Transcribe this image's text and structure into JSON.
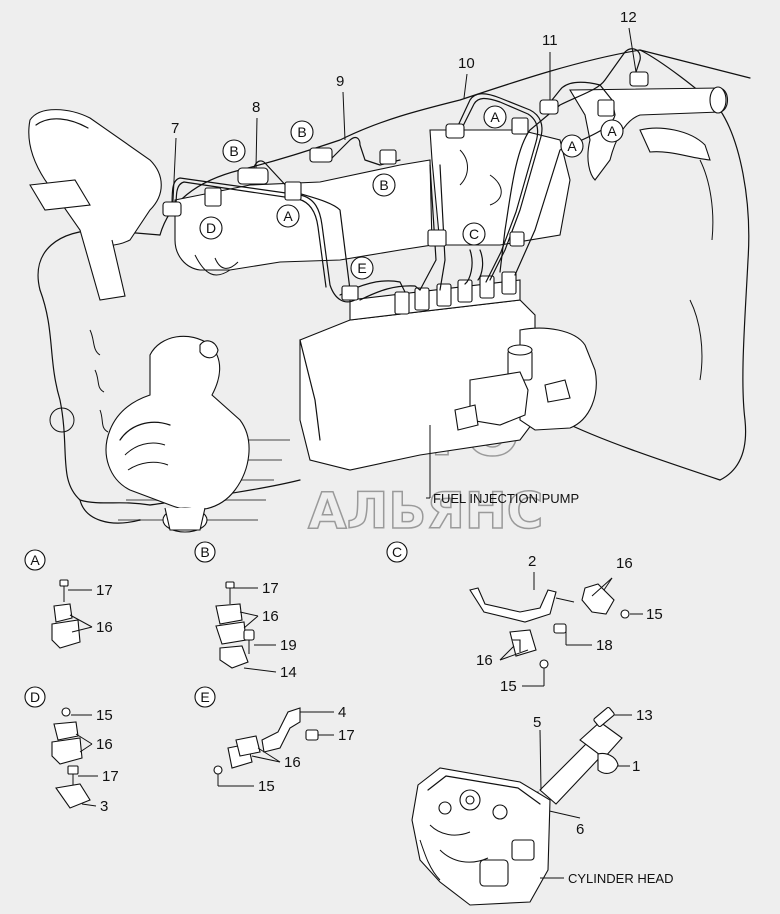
{
  "watermark": {
    "line1": "АВТО",
    "line2": "АЛЬЯНС"
  },
  "captions": {
    "fuel_pump": "FUEL INJECTION PUMP",
    "cylinder_head": "CYLINDER HEAD"
  },
  "callouts": {
    "n1": "1",
    "n2": "2",
    "n3": "3",
    "n4": "4",
    "n5": "5",
    "n6": "6",
    "n7": "7",
    "n8": "8",
    "n9": "9",
    "n10": "10",
    "n11": "11",
    "n12": "12",
    "n13": "13",
    "n14": "14",
    "n15": "15",
    "n16": "16",
    "n17": "17",
    "n18": "18",
    "n19": "19"
  },
  "detail_letters": {
    "a": "A",
    "b": "B",
    "c": "C",
    "d": "D",
    "e": "E"
  }
}
